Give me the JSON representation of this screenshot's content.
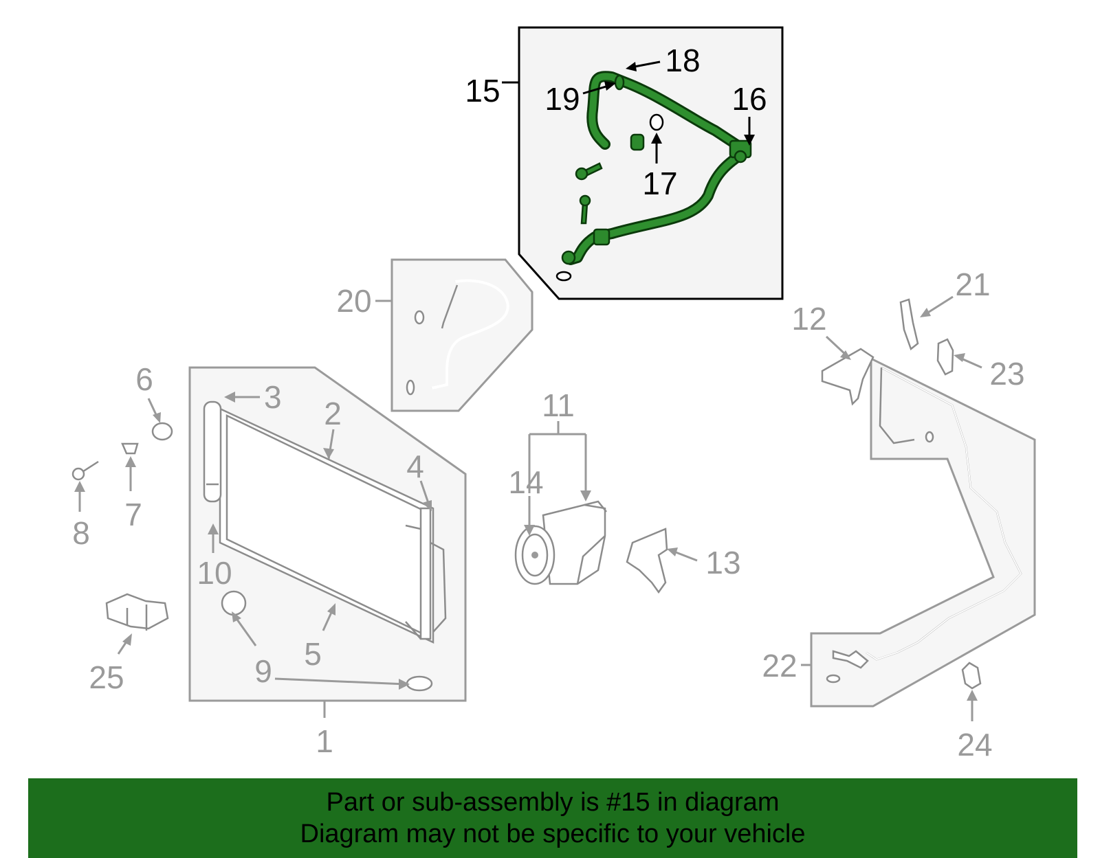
{
  "callouts": {
    "c1": "1",
    "c2": "2",
    "c3": "3",
    "c4": "4",
    "c5": "5",
    "c6": "6",
    "c7": "7",
    "c8": "8",
    "c9": "9",
    "c10": "10",
    "c11": "11",
    "c12": "12",
    "c13": "13",
    "c14": "14",
    "c15": "15",
    "c16": "16",
    "c17": "17",
    "c18": "18",
    "c19": "19",
    "c20": "20",
    "c21": "21",
    "c22": "22",
    "c23": "23",
    "c24": "24",
    "c25": "25"
  },
  "highlight_part": "15",
  "colors": {
    "highlight_green": "#2d8a2d",
    "banner_green": "#1c6e1c",
    "inactive_gray": "#9a9a9a"
  },
  "banner": {
    "line1": "Part or sub-assembly is #15 in diagram",
    "line2": "Diagram may not be specific to your vehicle"
  }
}
